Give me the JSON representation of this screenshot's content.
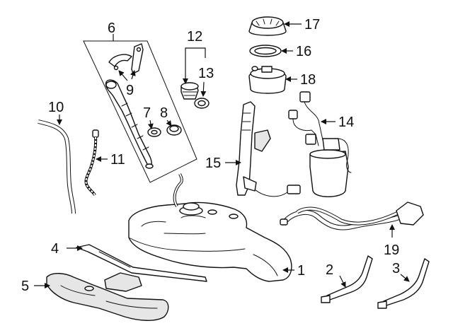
{
  "callouts": [
    {
      "id": "1",
      "label": "1"
    },
    {
      "id": "2",
      "label": "2"
    },
    {
      "id": "3",
      "label": "3"
    },
    {
      "id": "4",
      "label": "4"
    },
    {
      "id": "5",
      "label": "5"
    },
    {
      "id": "6",
      "label": "6"
    },
    {
      "id": "7",
      "label": "7"
    },
    {
      "id": "8",
      "label": "8"
    },
    {
      "id": "9",
      "label": "9"
    },
    {
      "id": "10",
      "label": "10"
    },
    {
      "id": "11",
      "label": "11"
    },
    {
      "id": "12",
      "label": "12"
    },
    {
      "id": "13",
      "label": "13"
    },
    {
      "id": "14",
      "label": "14"
    },
    {
      "id": "15",
      "label": "15"
    },
    {
      "id": "16",
      "label": "16"
    },
    {
      "id": "17",
      "label": "17"
    },
    {
      "id": "18",
      "label": "18"
    },
    {
      "id": "19",
      "label": "19"
    }
  ],
  "colors": {
    "line": "#111111",
    "shade": "#e6e6e6",
    "background": "#ffffff"
  }
}
